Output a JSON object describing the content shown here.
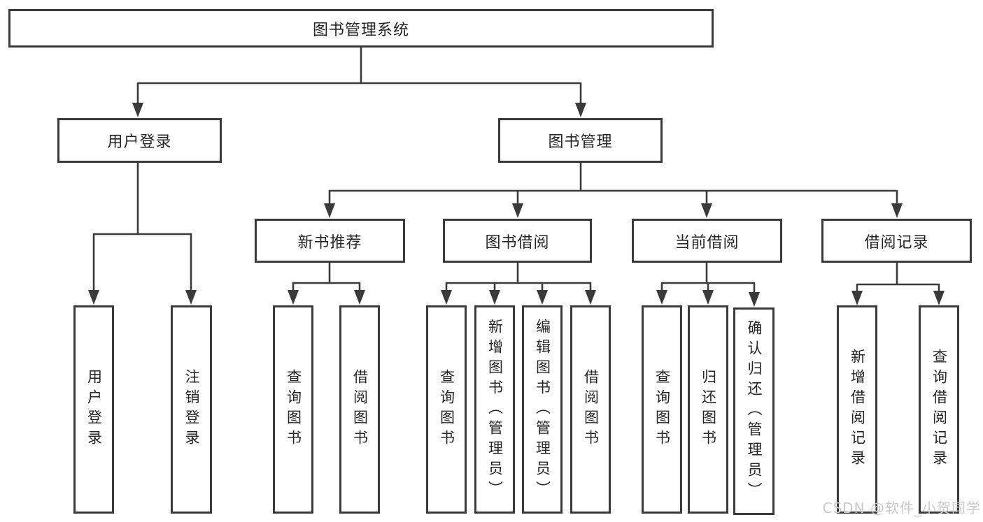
{
  "diagram": {
    "root": "图书管理系统",
    "level2": {
      "user_login": "用户登录",
      "book_mgmt": "图书管理"
    },
    "level3": {
      "new_book": "新书推荐",
      "book_borrow": "图书借阅",
      "current_borrow": "当前借阅",
      "borrow_record": "借阅记录"
    },
    "leaves": {
      "user_login": "用户登录",
      "logout": "注销登录",
      "nb_query": "查询图书",
      "nb_borrow": "借阅图书",
      "bw_query": "查询图书",
      "bw_add": "新增图书（管理员）",
      "bw_edit": "编辑图书（管理员）",
      "bw_borrow": "借阅图书",
      "cur_query": "查询图书",
      "cur_return": "归还图书",
      "cur_confirm": "确认归还（管理员）",
      "rec_add": "新增借阅记录",
      "rec_query": "查询借阅记录"
    }
  },
  "watermark": "CSDN @软件_小贺同学",
  "colors": {
    "line": "#3a3a3a",
    "text": "#252525",
    "background": "#ffffff",
    "watermark": "#c9c9c9"
  }
}
